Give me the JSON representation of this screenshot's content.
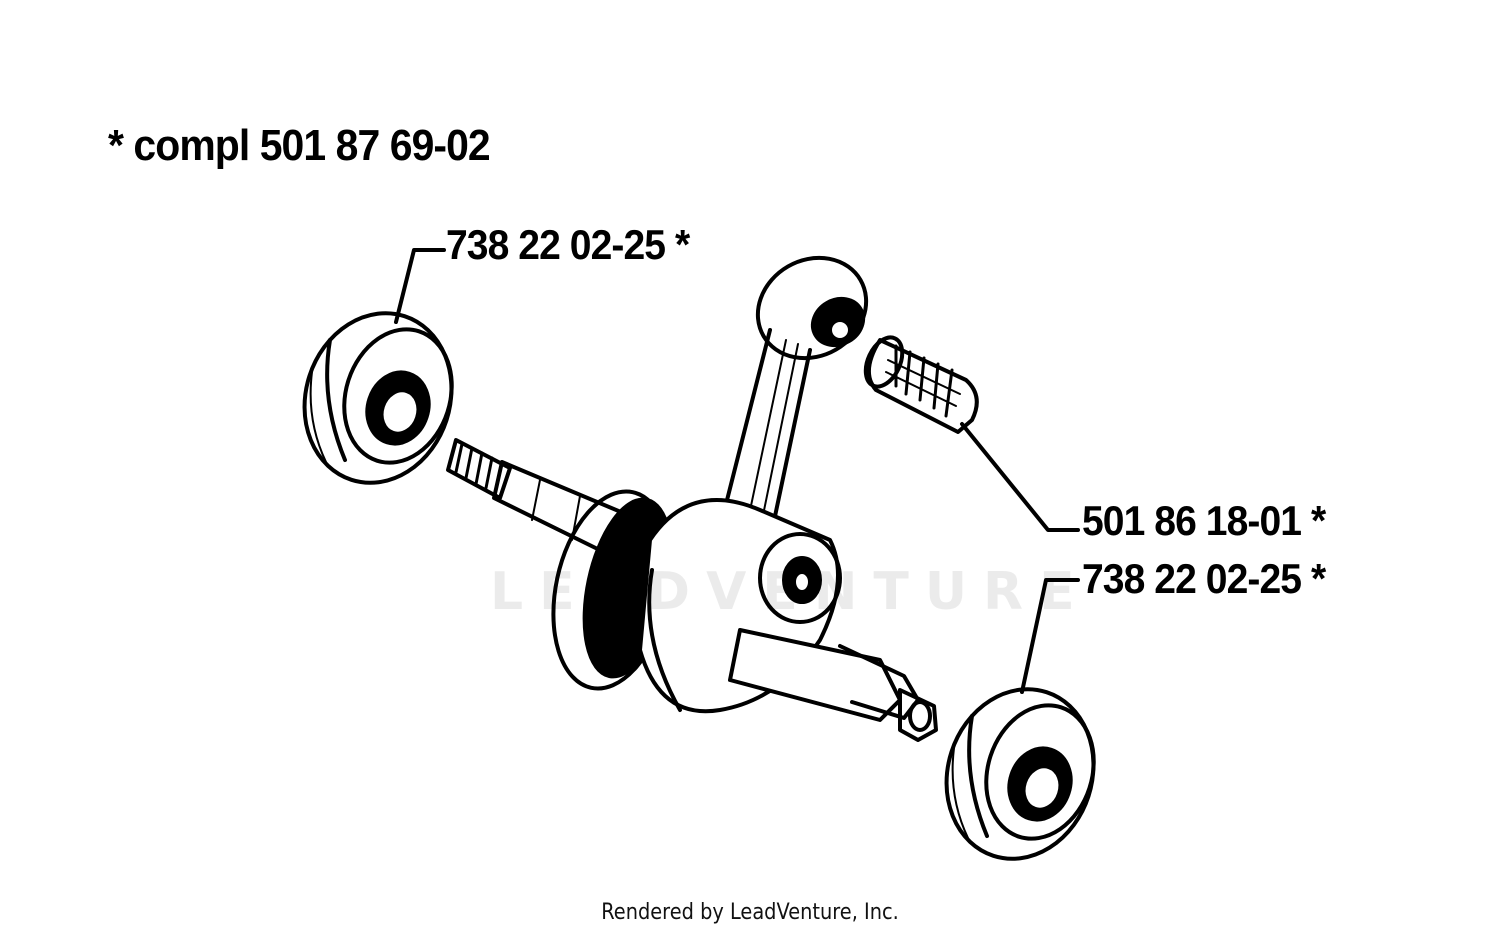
{
  "kit_title": "*  compl 501 87 69-02",
  "parts": {
    "bearing_top": "738 22 02-25  *",
    "needle_bearing": "501 86 18-01  *",
    "bearing_bottom": "738 22 02-25  *"
  },
  "watermark": "LEADVENTURE",
  "footer": "Rendered by LeadVenture, Inc.",
  "colors": {
    "line": "#000000",
    "background": "#ffffff"
  }
}
